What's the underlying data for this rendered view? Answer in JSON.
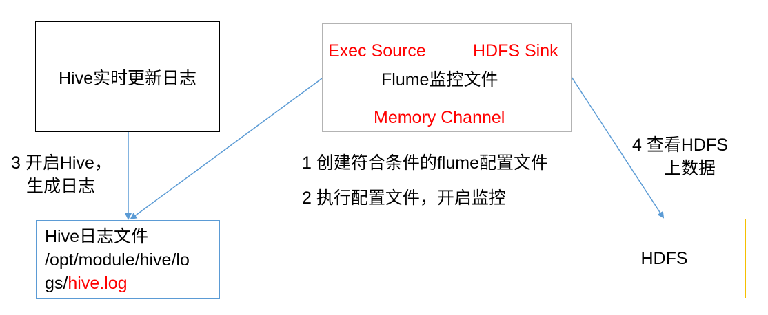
{
  "hive_box": {
    "label": "Hive实时更新日志"
  },
  "flume_box": {
    "source": "Exec Source",
    "sink": "HDFS Sink",
    "title": "Flume监控文件",
    "channel": "Memory Channel"
  },
  "log_box": {
    "line1": "Hive日志文件",
    "line2": "/opt/module/hive/lo",
    "line3_prefix": "gs/",
    "line3_file": "hive.log"
  },
  "hdfs_box": {
    "label": "HDFS"
  },
  "annotations": {
    "step3_line1": "3 开启Hive，",
    "step3_line2": "生成日志",
    "step1": "1 创建符合条件的flume配置文件",
    "step2": "2 执行配置文件，开启监控",
    "step4_line1": "4 查看HDFS",
    "step4_line2": "上数据"
  },
  "colors": {
    "arrow": "#5b9bd5",
    "highlight": "#ff0000",
    "hdfs_border": "#f5c000",
    "flume_border": "#b3b3b3",
    "log_border": "#5b9bd5"
  }
}
